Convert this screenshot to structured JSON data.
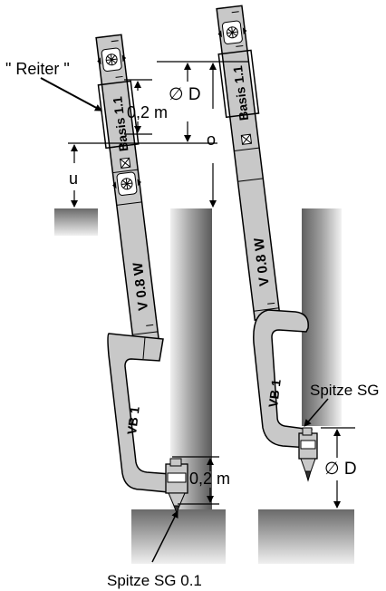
{
  "labels": {
    "reiter": "\" Reiter \"",
    "dist_02_top": "0,2 m",
    "diameter_d_top": "∅ D",
    "o": "o",
    "u": "u",
    "dist_02_bottom": "0,2 m",
    "spitze_sg01": "Spitze SG 0.1",
    "spitze_sg_right": "Spitze SG",
    "diameter_d_right": "∅ D"
  },
  "rod_text": {
    "basis_left": "Basis 1.1",
    "v08w_left": "V 0.8 W",
    "vb1_left": "VB 1",
    "basis_right": "Basis 1.1",
    "v08w_right": "V 0.8 W",
    "vb1_right": "VB 1"
  },
  "colors": {
    "rod_fill": "#c8c8c8",
    "stroke": "#000000",
    "ground_dark": "#707070",
    "ground_light": "#e6e6e6"
  }
}
